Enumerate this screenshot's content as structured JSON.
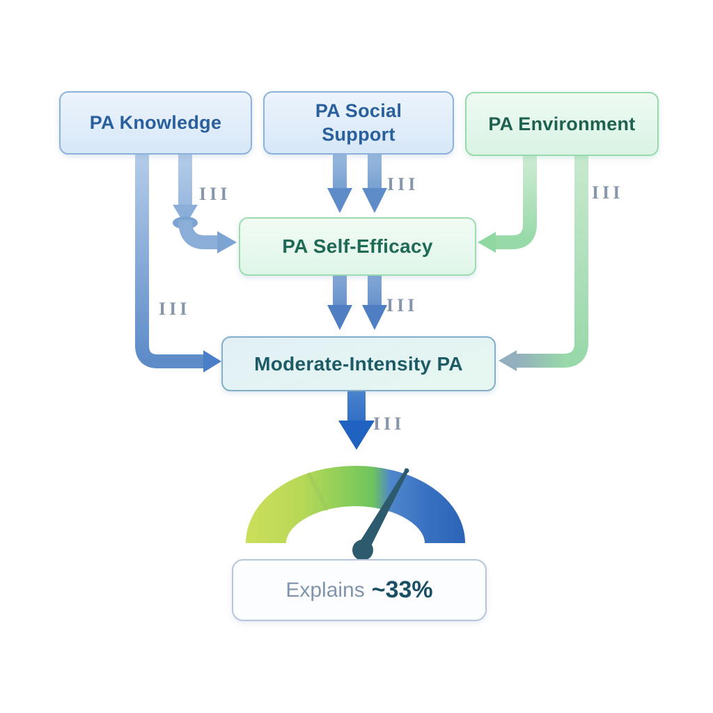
{
  "diagram": {
    "nodes": {
      "knowledge": {
        "label": "PA Knowledge"
      },
      "social_support": {
        "label": "PA Social Support"
      },
      "environment": {
        "label": "PA Environment"
      },
      "self_efficacy": {
        "label": "PA Self-Efficacy"
      },
      "moderate_pa": {
        "label": "Moderate-Intensity PA"
      }
    },
    "edge_labels": {
      "knowledge_to_self_efficacy": "III",
      "social_support_to_self_efficacy": "III",
      "environment_to_self_efficacy": "III",
      "knowledge_to_moderate_pa": "III",
      "self_efficacy_to_moderate_pa": "III",
      "moderate_pa_to_gauge": "III"
    },
    "outcome": {
      "prefix": "Explains",
      "value": "~33%"
    },
    "gauge": {
      "type": "semicircular-meter",
      "segment_colors": [
        "#ccdf5b",
        "#8bce59",
        "#2b63b6"
      ],
      "needle_color": "#2d5a6d",
      "needle_points_to": "blue segment (upper right)"
    },
    "colors": {
      "blue_node_border": "#8cb2dc",
      "blue_node_text": "#2a5f9e",
      "green_node_border": "#96d9ad",
      "green_node_text": "#1f6150",
      "moderate_node_border": "#83adc8",
      "moderate_node_text": "#1d5b66",
      "arrow_blue": "#5e8cc8",
      "arrow_blue_strong": "#2062c0",
      "arrow_green": "#98d8a9",
      "arrow_slate_head": "#93afbd",
      "edge_label_text": "#8695a9",
      "outcome_prefix_text": "#8095ab",
      "outcome_value_text": "#1a4f63"
    }
  }
}
